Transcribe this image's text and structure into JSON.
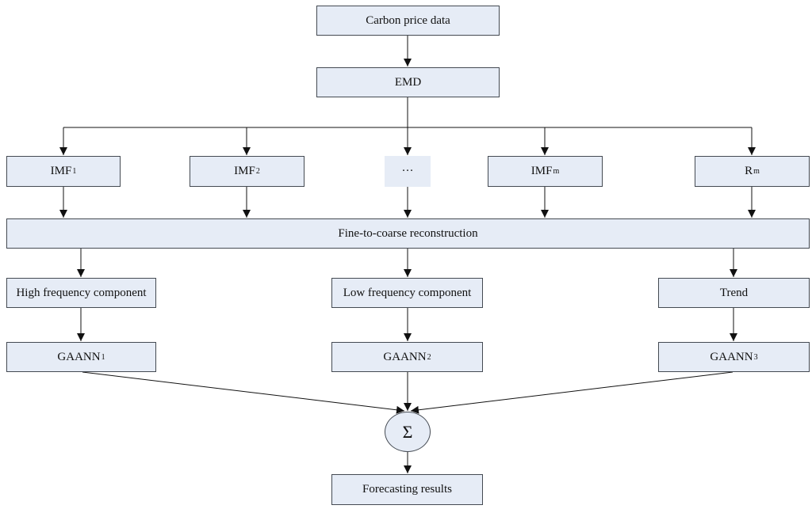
{
  "nodes": {
    "carbon_price_data": "Carbon price data",
    "emd": "EMD",
    "imf1": {
      "base": "IMF",
      "sub": "1"
    },
    "imf2": {
      "base": "IMF",
      "sub": "2"
    },
    "ellipsis": "···",
    "imfm": {
      "base": "IMF",
      "sub": "m"
    },
    "rm": {
      "base": "R",
      "sub": "m"
    },
    "reconstruction": "Fine-to-coarse reconstruction",
    "high_freq": "High frequency component",
    "low_freq": "Low frequency component",
    "trend": "Trend",
    "gaann1": {
      "base": "GAANN",
      "sub": "1"
    },
    "gaann2": {
      "base": "GAANN",
      "sub": "2"
    },
    "gaann3": {
      "base": "GAANN",
      "sub": "3"
    },
    "sum": "Σ",
    "forecasting_results": "Forecasting results"
  },
  "colors": {
    "node_fill": "#e6ecf6",
    "node_border": "#444a52",
    "edge": "#111111"
  }
}
